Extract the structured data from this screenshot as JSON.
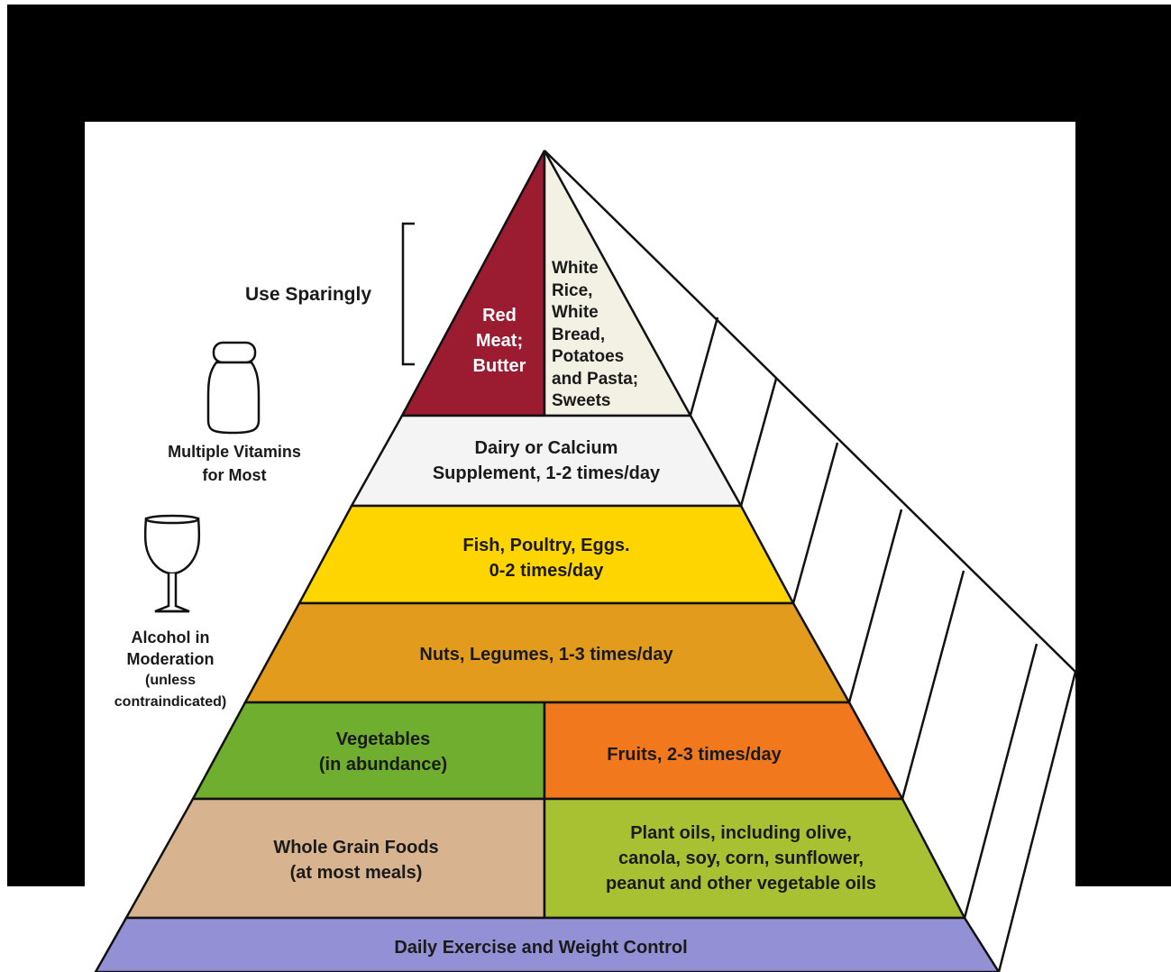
{
  "colors": {
    "frame": "#000000",
    "red_meat": "#9b1b30",
    "white_rice": "#f3f1e3",
    "dairy": "#f4f4f4",
    "fish": "#ffd500",
    "nuts": "#e39b1e",
    "vegetables": "#6fae2f",
    "fruits": "#f2781e",
    "whole_grain": "#d7b48f",
    "plant_oils": "#a8c132",
    "exercise": "#9390d6"
  },
  "pyramid": {
    "top_left": [
      "Red",
      "Meat;",
      "Butter"
    ],
    "top_right": [
      "White",
      "Rice,",
      "White",
      "Bread,",
      "Potatoes",
      "and Pasta;",
      "Sweets"
    ],
    "dairy": [
      "Dairy or Calcium",
      "Supplement, 1-2 times/day"
    ],
    "fish": [
      "Fish, Poultry, Eggs.",
      "0-2 times/day"
    ],
    "nuts": "Nuts, Legumes, 1-3 times/day",
    "vegetables": [
      "Vegetables",
      "(in abundance)"
    ],
    "fruits": "Fruits, 2-3 times/day",
    "whole_grain": [
      "Whole Grain Foods",
      "(at most meals)"
    ],
    "plant_oils": [
      "Plant oils, including olive,",
      "canola, soy, corn, sunflower,",
      "peanut and other vegetable oils"
    ],
    "exercise": "Daily Exercise and Weight Control"
  },
  "side_labels": {
    "sparingly": "Use Sparingly",
    "vitamins": [
      "Multiple Vitamins",
      "for Most"
    ],
    "alcohol": [
      "Alcohol in",
      "Moderation",
      "(unless",
      "contraindicated)"
    ]
  },
  "icons": [
    "bracket-icon",
    "vitamin-bottle-icon",
    "wine-glass-icon"
  ]
}
